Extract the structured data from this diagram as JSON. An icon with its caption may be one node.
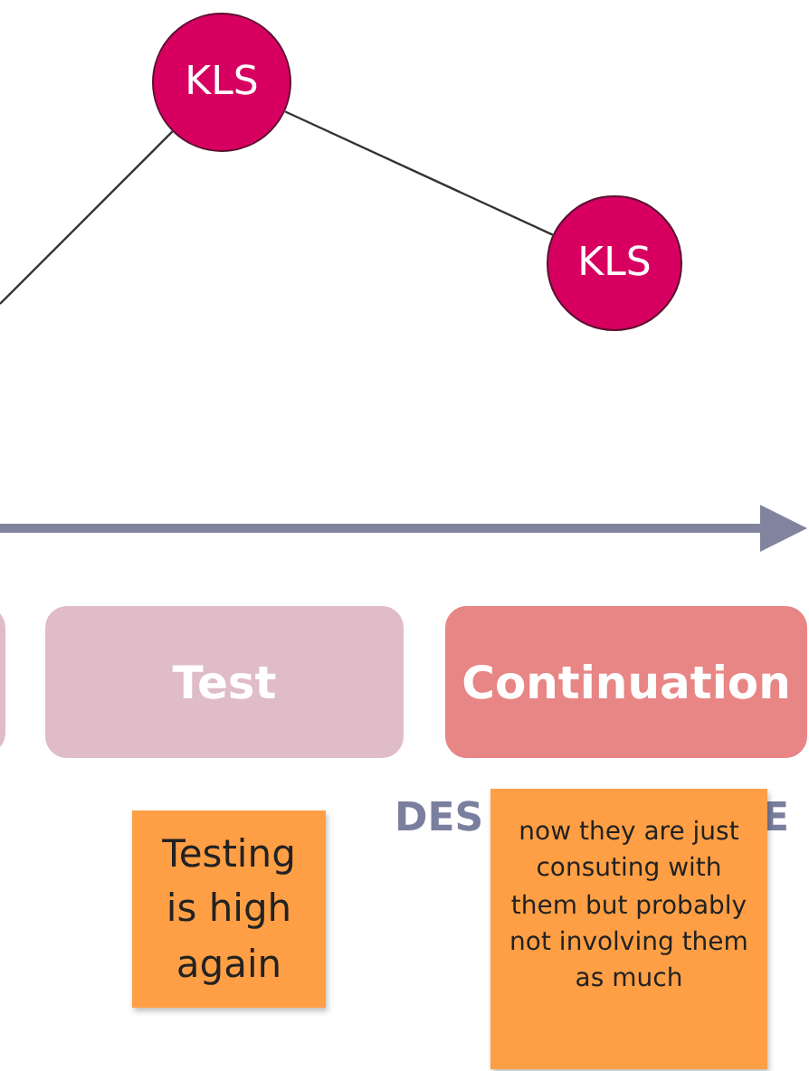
{
  "diagram": {
    "nodes": [
      {
        "text": [
          "KLS"
        ]
      },
      {
        "text": [
          "KLS"
        ]
      },
      {
        "text": [],
        "shape": "box"
      },
      {
        "text": [
          "Test"
        ]
      },
      {
        "text": [
          "Continuation"
        ]
      },
      {
        "text": [
          "Testing is high again"
        ]
      },
      {
        "text": [
          "now they are just consuting with them but probably not involving them as much"
        ]
      }
    ],
    "edges": [
      {
        "from": null,
        "to": 0,
        "arrow": "none"
      },
      {
        "from": 0,
        "to": 1,
        "arrow": "none"
      }
    ],
    "labels": [
      "DES",
      "E"
    ]
  }
}
